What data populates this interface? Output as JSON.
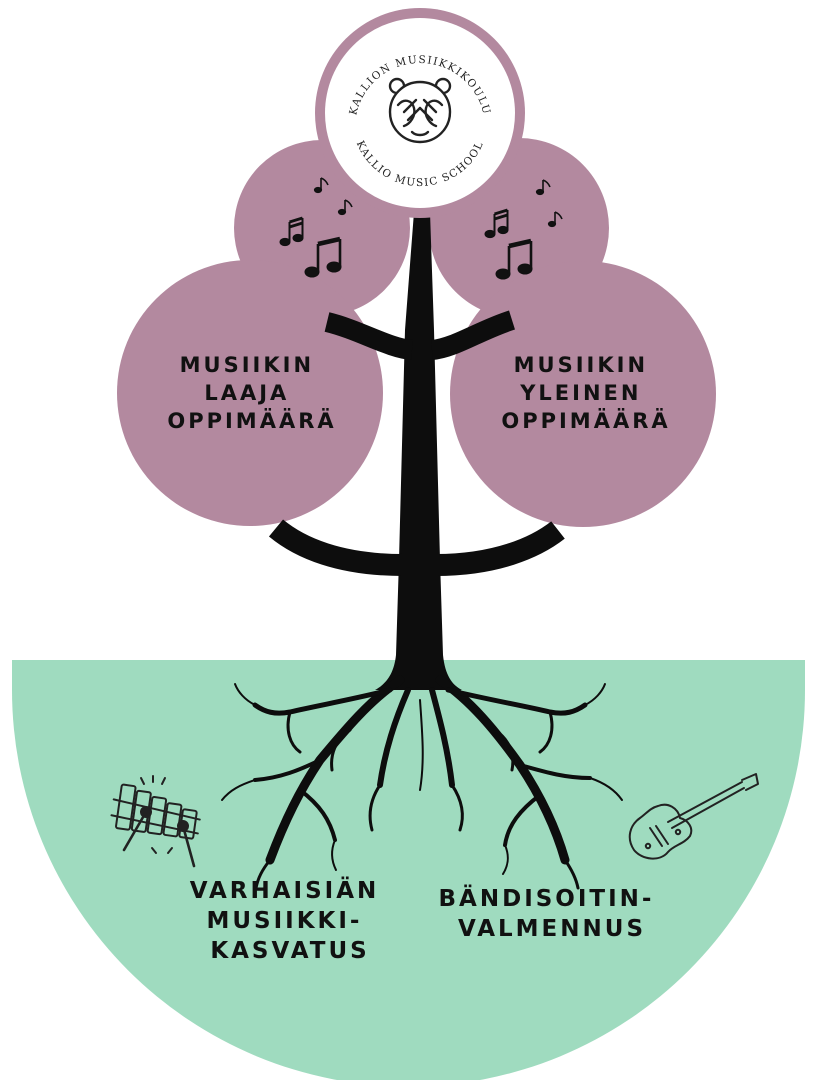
{
  "logo": {
    "top_arc": "KALLION MUSIIKKIKOULU",
    "bottom_arc": "KALLIO MUSIC SCHOOL",
    "icon": "bear-face-covering-eyes-icon"
  },
  "branches": {
    "left": {
      "lines": [
        "MUSIIKIN",
        "LAAJA",
        "OPPIMÄÄRÄ"
      ]
    },
    "right": {
      "lines": [
        "MUSIIKIN",
        "YLEINEN",
        "OPPIMÄÄRÄ"
      ]
    }
  },
  "roots": {
    "left": {
      "lines": [
        "VARHAISIÄN",
        "MUSIIKKI-",
        "KASVATUS"
      ],
      "icon": "xylophone-icon"
    },
    "right": {
      "lines": [
        "BÄNDISOITIN-",
        "VALMENNUS"
      ],
      "icon": "electric-guitar-icon"
    }
  },
  "decorations": {
    "note_icon": "music-notes-icon"
  },
  "colors": {
    "circle": "#b3899f",
    "ground": "#9fdbbf",
    "tree": "#0d0d0d",
    "logo_bg": "#ffffff"
  }
}
